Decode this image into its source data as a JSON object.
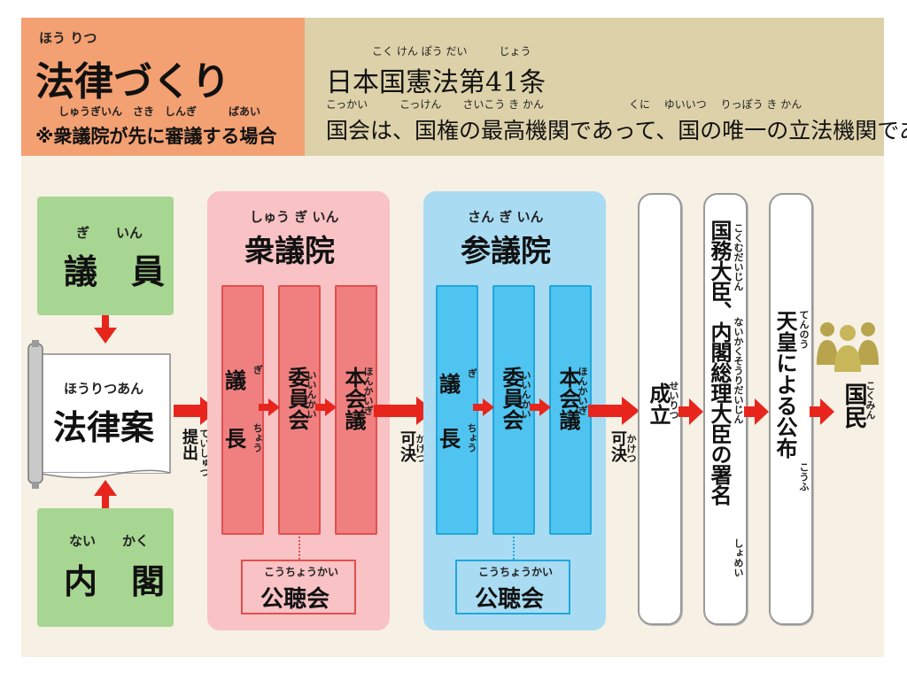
{
  "header": {
    "ruby_title": "ほう りつ",
    "title": "法律づくり",
    "ruby_note": "しゅうぎいん　さき　しんぎ　　　ばあい",
    "note": "※衆議院が先に審議する場合",
    "ruby_article": "こく けん ぽう だい　　　じょう",
    "article": "日本国憲法第41条",
    "ruby_quote": "こっかい　　　こっけん　　さいこう き かん　　　　　　　　くに　 ゆいいつ　 りっぽう き かん",
    "quote": "国会は、国権の最高機関であって、国の唯一の立法機関である"
  },
  "diet_member": {
    "ruby": "ぎ　　いん",
    "label": "議　員"
  },
  "cabinet": {
    "ruby": "ない　　かく",
    "label": "内　閣"
  },
  "bill": {
    "ruby": "ほうりつあん",
    "label": "法律案"
  },
  "submit": {
    "label": "提出",
    "ruby": "ていしゅつ"
  },
  "lower_house": {
    "ruby": "しゅう ぎ いん",
    "title": "衆議院",
    "chair": {
      "label": "議長",
      "ruby1": "ぎ",
      "ruby2": "ちょう"
    },
    "committee": {
      "label": "委員会",
      "ruby": "いいんかい"
    },
    "plenary": {
      "label": "本会議",
      "ruby": "ほんかいぎ"
    },
    "hearing": {
      "ruby": "こうちょうかい",
      "label": "公聴会"
    }
  },
  "pass1": {
    "label": "可決",
    "ruby": "かけつ"
  },
  "upper_house": {
    "ruby": "さん ぎ いん",
    "title": "参議院",
    "chair": {
      "label": "議長",
      "ruby1": "ぎ",
      "ruby2": "ちょう"
    },
    "committee": {
      "label": "委員会",
      "ruby": "いいんかい"
    },
    "plenary": {
      "label": "本会議",
      "ruby": "ほんかいぎ"
    },
    "hearing": {
      "ruby": "こうちょうかい",
      "label": "公聴会"
    }
  },
  "pass2": {
    "label": "可決",
    "ruby": "かけつ"
  },
  "enact": {
    "label": "成立",
    "ruby": "せいりつ"
  },
  "sign": {
    "label": "国務大臣、内閣総理大臣の署名",
    "ruby1": "こくむだいじん",
    "ruby2": "ないかくそうりだいじん",
    "ruby3": "しょめい"
  },
  "promulgate": {
    "label": "天皇による公布",
    "ruby1": "てんのう",
    "ruby2": "こうふ"
  },
  "people": {
    "label": "国民",
    "ruby": "こくみん"
  },
  "colors": {
    "arrow": "#e8251d",
    "title_orange": "#f3a072",
    "band_tan": "#ddd1aa",
    "green": "#a7d592",
    "pink": "#f9c2c4",
    "red": "#f0807f",
    "blue_light": "#a9dcf3",
    "blue": "#4fc4f0",
    "people_icon": "#b7a44c"
  }
}
